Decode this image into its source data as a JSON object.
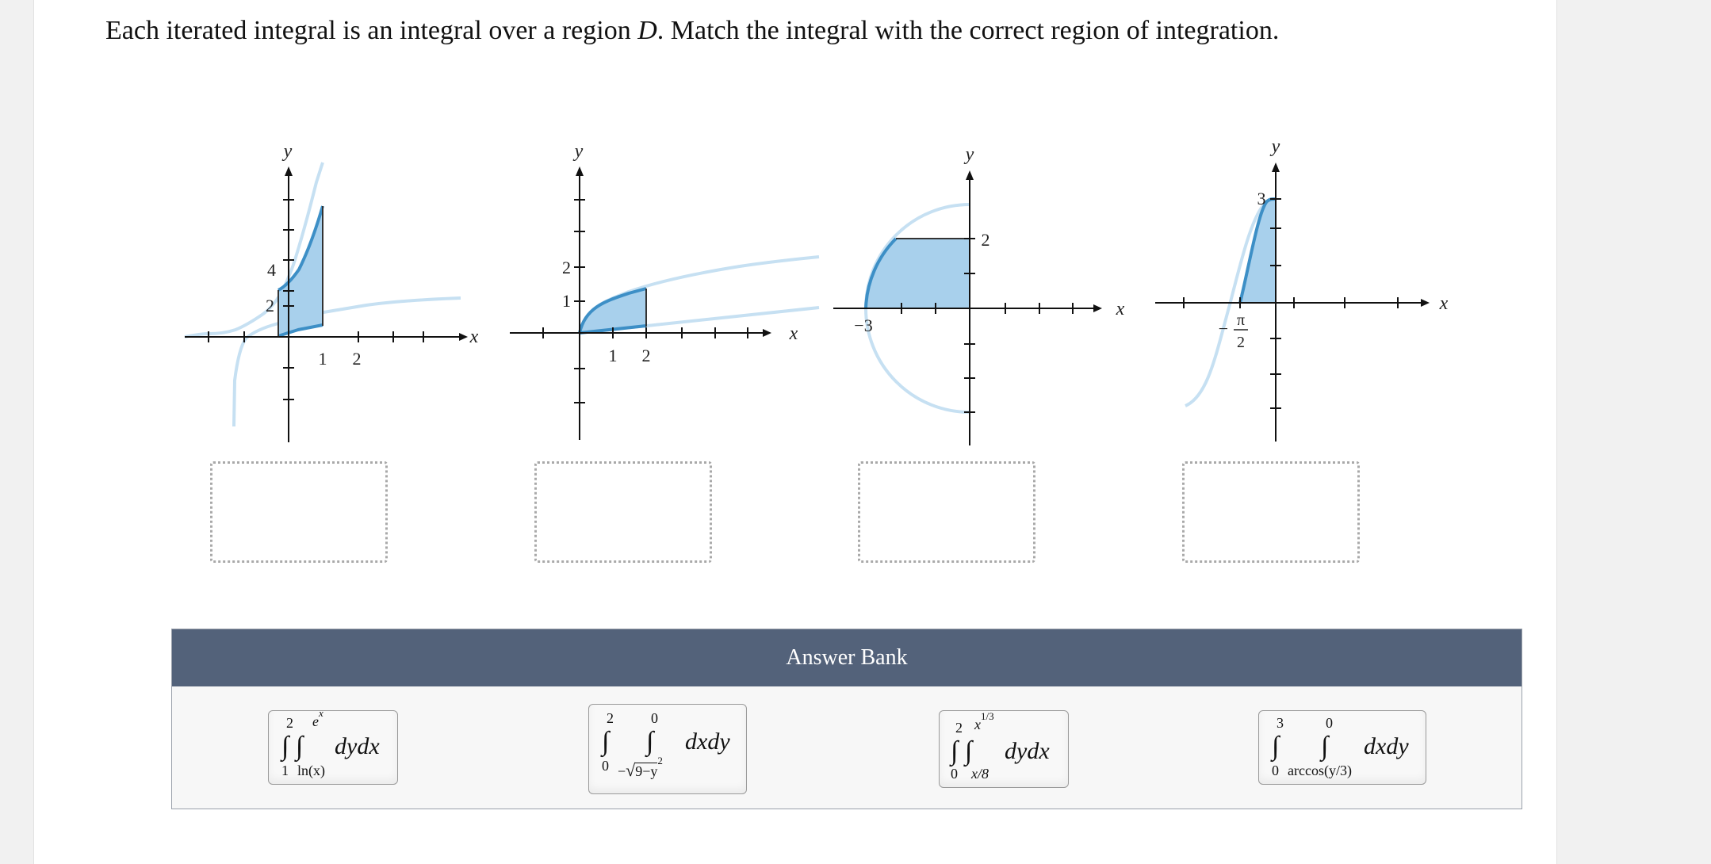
{
  "question": {
    "before": "Each iterated integral is an integral over a region ",
    "var": "D",
    "after": ". Match the integral with the correct region of integration."
  },
  "graphs": [
    {
      "x_axis": "x",
      "y_axis": "y",
      "ticks": {
        "x": [
          "1",
          "2"
        ],
        "y": [
          "2",
          "4"
        ]
      }
    },
    {
      "x_axis": "x",
      "y_axis": "y",
      "ticks": {
        "x": [
          "1",
          "2"
        ],
        "y": [
          "1",
          "2"
        ]
      }
    },
    {
      "x_axis": "x",
      "y_axis": "y",
      "ticks": {
        "x": [
          "−3"
        ],
        "y": [
          "2"
        ]
      }
    },
    {
      "x_axis": "x",
      "y_axis": "y",
      "ticks": {
        "x_num": "π",
        "x_den": "2",
        "x_sign": "−",
        "y": [
          "3"
        ]
      }
    }
  ],
  "answer_bank": {
    "title": "Answer Bank",
    "chips": [
      {
        "outer_upper": "2",
        "outer_lower": "1",
        "inner_upper": "e",
        "inner_upper_sup": "x",
        "inner_lower": "ln(x)",
        "integral": "∫ ∫",
        "differential": "dydx"
      },
      {
        "outer_upper": "2",
        "outer_lower": "0",
        "inner_upper": "0",
        "inner_lower_sign": "−",
        "inner_lower_root": "√",
        "inner_lower_radicand": "9−y",
        "inner_lower_exp": "2",
        "integral": "∫",
        "integral2": "∫",
        "differential": "dxdy"
      },
      {
        "outer_upper": "2",
        "outer_lower": "0",
        "inner_upper": "x",
        "inner_upper_sup": "1/3",
        "inner_lower": "x/8",
        "integral": "∫ ∫",
        "differential": "dydx"
      },
      {
        "outer_upper": "3",
        "outer_lower": "0",
        "inner_upper": "0",
        "inner_lower": "arccos(y/3)",
        "integral": "∫",
        "integral2": "∫",
        "differential": "dxdy"
      }
    ]
  },
  "colors": {
    "fill": "#a8d0ec",
    "curve": "#3d8fc6",
    "light_curve": "#c6e0f2",
    "axis": "#111111",
    "bank_header": "#53627a"
  }
}
